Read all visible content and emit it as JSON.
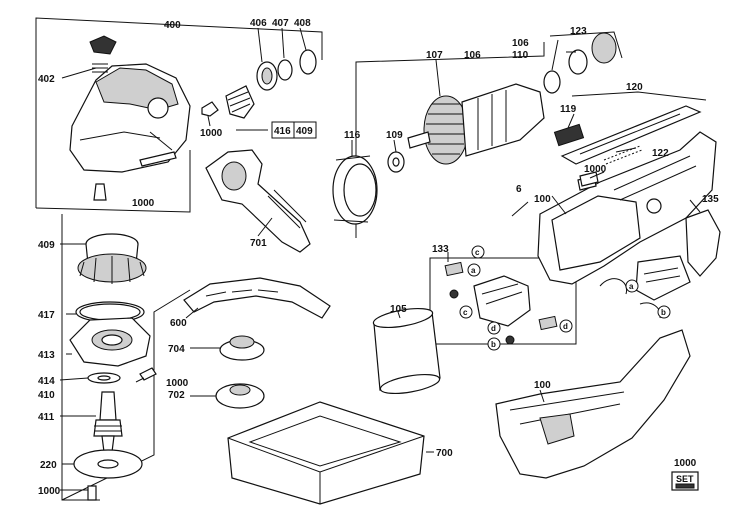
{
  "labels": {
    "p400": "400",
    "p406": "406",
    "p407": "407",
    "p408": "408",
    "p402": "402",
    "p1000a": "1000",
    "p416": "416",
    "p409a": "409",
    "p1000b": "1000",
    "p116": "116",
    "p109": "109",
    "p107": "107",
    "p106": "106",
    "p106b": "106",
    "p110": "110",
    "p123": "123",
    "p120": "120",
    "p119": "119",
    "p122": "122",
    "p1000c": "1000",
    "p6": "6",
    "p100a": "100",
    "p135": "135",
    "p409b": "409",
    "p701": "701",
    "p417": "417",
    "p600": "600",
    "p413": "413",
    "p704": "704",
    "p414": "414",
    "p1000d": "1000",
    "p410": "410",
    "p702": "702",
    "p411": "411",
    "p105": "105",
    "p133": "133",
    "p220": "220",
    "p700": "700",
    "p1000e": "1000",
    "p100b": "100",
    "p1000f": "1000",
    "set": "SET"
  },
  "callouts": {
    "a1": "a",
    "a2": "a",
    "b1": "b",
    "b2": "b",
    "c1": "c",
    "c2": "c",
    "d1": "d",
    "d2": "d"
  }
}
